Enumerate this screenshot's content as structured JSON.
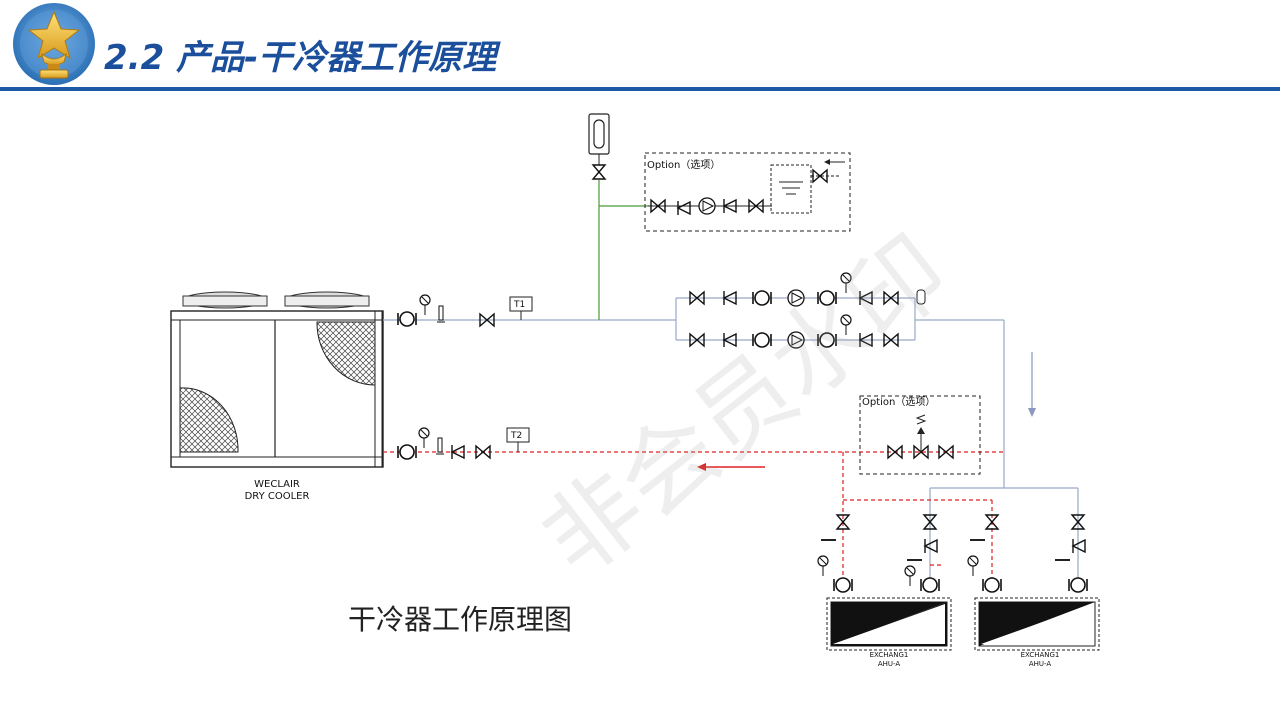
{
  "header": {
    "title": "2.2 产品-干冷器工作原理",
    "badge_icon": "gold-star-trophy-icon",
    "accent_color": "#1c5aa6",
    "title_color": "#1b4f9c"
  },
  "diagram": {
    "dry_cooler_label_line1": "WECLAIR",
    "dry_cooler_label_line2": "DRY COOLER",
    "sensor_t1": "T1",
    "sensor_t2": "T2",
    "option_top_label": "Option（选项）",
    "option_mid_label": "Option（选项）",
    "exchanger_left_line1": "EXCHANG1",
    "exchanger_left_line2": "AHU-A",
    "exchanger_right_line1": "EXCHANG1",
    "exchanger_right_line2": "AHU-A",
    "supply_color": "#9aa8c6",
    "return_color": "#e02020",
    "makeup_color": "#4a9a3a"
  },
  "caption": "干冷器工作原理图",
  "watermark": "非会员水印"
}
